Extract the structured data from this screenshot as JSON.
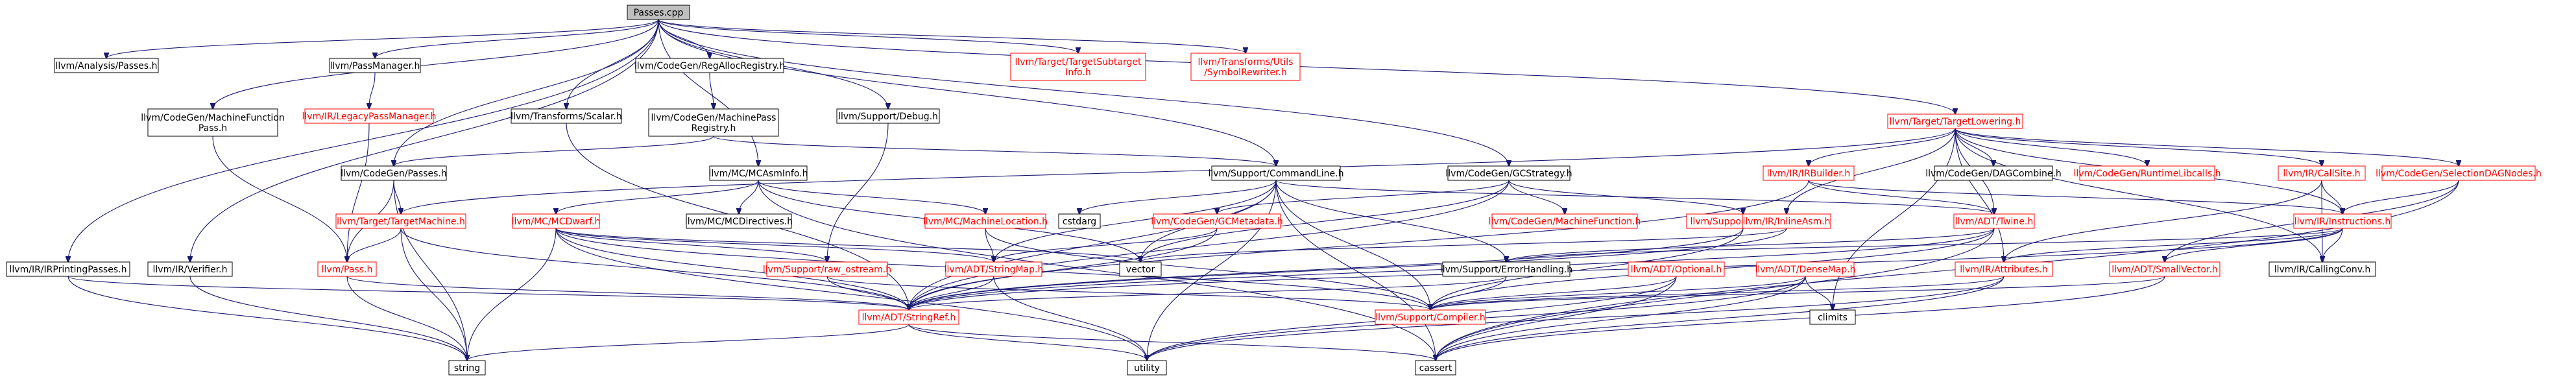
{
  "diagram": {
    "colors": {
      "edge": "#191970",
      "root_fill": "#bfbfbf",
      "link_border": "#000000",
      "missing_border": "#ff0000",
      "missing_text": "#ff0000"
    },
    "nodes": [
      {
        "id": "passes_cpp",
        "lines": [
          "Passes.cpp"
        ],
        "style": "root"
      },
      {
        "id": "analysis_passes",
        "lines": [
          "llvm/Analysis/Passes.h"
        ],
        "style": "normal"
      },
      {
        "id": "codegen_passmanager",
        "lines": [
          "llvm/PassManager.h"
        ],
        "style": "normal"
      },
      {
        "id": "legacy_passmanager",
        "lines": [
          "llvm/IR/LegacyPassManager.h"
        ],
        "style": "red"
      },
      {
        "id": "machine_function_pass",
        "lines": [
          "llvm/CodeGen/MachineFunction",
          "Pass.h"
        ],
        "style": "normal"
      },
      {
        "id": "transforms_scalar",
        "lines": [
          "llvm/Transforms/Scalar.h"
        ],
        "style": "normal"
      },
      {
        "id": "reg_alloc_registry",
        "lines": [
          "llvm/CodeGen/RegAllocRegistry.h"
        ],
        "style": "normal"
      },
      {
        "id": "machine_pass_registry",
        "lines": [
          "llvm/CodeGen/MachinePass",
          "Registry.h"
        ],
        "style": "normal"
      },
      {
        "id": "support_debug",
        "lines": [
          "llvm/Support/Debug.h"
        ],
        "style": "normal"
      },
      {
        "id": "target_subtarget",
        "lines": [
          "llvm/Target/TargetSubtarget",
          "Info.h"
        ],
        "style": "red"
      },
      {
        "id": "symbol_rewriter",
        "lines": [
          "llvm/Transforms/Utils",
          "/SymbolRewriter.h"
        ],
        "style": "red"
      },
      {
        "id": "target_lowering",
        "lines": [
          "llvm/Target/TargetLowering.h"
        ],
        "style": "red"
      },
      {
        "id": "codegen_passes",
        "lines": [
          "llvm/CodeGen/Passes.h"
        ],
        "style": "normal"
      },
      {
        "id": "mc_asminfo",
        "lines": [
          "llvm/MC/MCAsmInfo.h"
        ],
        "style": "normal"
      },
      {
        "id": "command_line",
        "lines": [
          "llvm/Support/CommandLine.h"
        ],
        "style": "normal"
      },
      {
        "id": "gc_strategy",
        "lines": [
          "llvm/CodeGen/GCStrategy.h"
        ],
        "style": "normal"
      },
      {
        "id": "ir_builder",
        "lines": [
          "llvm/IR/IRBuilder.h"
        ],
        "style": "red"
      },
      {
        "id": "dag_combine",
        "lines": [
          "llvm/CodeGen/DAGCombine.h"
        ],
        "style": "normal"
      },
      {
        "id": "runtime_libcalls",
        "lines": [
          "llvm/CodeGen/RuntimeLibcalls.h"
        ],
        "style": "red"
      },
      {
        "id": "callsite",
        "lines": [
          "llvm/IR/CallSite.h"
        ],
        "style": "red"
      },
      {
        "id": "selection_dag_nodes",
        "lines": [
          "llvm/CodeGen/SelectionDAGNodes.h"
        ],
        "style": "red"
      },
      {
        "id": "target_machine",
        "lines": [
          "llvm/Target/TargetMachine.h"
        ],
        "style": "red"
      },
      {
        "id": "mc_dwarf",
        "lines": [
          "llvm/MC/MCDwarf.h"
        ],
        "style": "red"
      },
      {
        "id": "mc_directives",
        "lines": [
          "llvm/MC/MCDirectives.h"
        ],
        "style": "normal"
      },
      {
        "id": "machine_location",
        "lines": [
          "llvm/MC/MachineLocation.h"
        ],
        "style": "red"
      },
      {
        "id": "cstdarg",
        "lines": [
          "cstdarg"
        ],
        "style": "normal-plain"
      },
      {
        "id": "gc_metadata",
        "lines": [
          "llvm/CodeGen/GCMetadata.h"
        ],
        "style": "red"
      },
      {
        "id": "machine_function",
        "lines": [
          "llvm/CodeGen/MachineFunction.h"
        ],
        "style": "red"
      },
      {
        "id": "support_registry",
        "lines": [
          "llvm/Support/Registry.h"
        ],
        "style": "red"
      },
      {
        "id": "inline_asm",
        "lines": [
          "llvm/IR/InlineAsm.h"
        ],
        "style": "red"
      },
      {
        "id": "adt_twine",
        "lines": [
          "llvm/ADT/Twine.h"
        ],
        "style": "red"
      },
      {
        "id": "ir_instructions",
        "lines": [
          "llvm/IR/Instructions.h"
        ],
        "style": "red"
      },
      {
        "id": "ir_printing_passes",
        "lines": [
          "llvm/IR/IRPrintingPasses.h"
        ],
        "style": "normal"
      },
      {
        "id": "ir_verifier",
        "lines": [
          "llvm/IR/Verifier.h"
        ],
        "style": "normal"
      },
      {
        "id": "llvm_pass",
        "lines": [
          "llvm/Pass.h"
        ],
        "style": "red"
      },
      {
        "id": "raw_ostream",
        "lines": [
          "llvm/Support/raw_ostream.h"
        ],
        "style": "red"
      },
      {
        "id": "string_map",
        "lines": [
          "llvm/ADT/StringMap.h"
        ],
        "style": "red"
      },
      {
        "id": "vector",
        "lines": [
          "vector"
        ],
        "style": "normal-plain"
      },
      {
        "id": "error_handling",
        "lines": [
          "llvm/Support/ErrorHandling.h"
        ],
        "style": "normal"
      },
      {
        "id": "adt_optional",
        "lines": [
          "llvm/ADT/Optional.h"
        ],
        "style": "red"
      },
      {
        "id": "dense_map",
        "lines": [
          "llvm/ADT/DenseMap.h"
        ],
        "style": "red"
      },
      {
        "id": "ir_attributes",
        "lines": [
          "llvm/IR/Attributes.h"
        ],
        "style": "red"
      },
      {
        "id": "small_vector",
        "lines": [
          "llvm/ADT/SmallVector.h"
        ],
        "style": "red"
      },
      {
        "id": "calling_conv",
        "lines": [
          "llvm/IR/CallingConv.h"
        ],
        "style": "normal"
      },
      {
        "id": "string_ref",
        "lines": [
          "llvm/ADT/StringRef.h"
        ],
        "style": "red"
      },
      {
        "id": "support_compiler",
        "lines": [
          "llvm/Support/Compiler.h"
        ],
        "style": "red"
      },
      {
        "id": "climits",
        "lines": [
          "climits"
        ],
        "style": "normal-plain"
      },
      {
        "id": "string",
        "lines": [
          "string"
        ],
        "style": "normal-plain"
      },
      {
        "id": "utility",
        "lines": [
          "utility"
        ],
        "style": "normal-plain"
      },
      {
        "id": "cassert",
        "lines": [
          "cassert"
        ],
        "style": "normal-plain"
      }
    ],
    "edges": [
      [
        "passes_cpp",
        "analysis_passes"
      ],
      [
        "passes_cpp",
        "codegen_passmanager"
      ],
      [
        "passes_cpp",
        "machine_function_pass"
      ],
      [
        "passes_cpp",
        "transforms_scalar"
      ],
      [
        "passes_cpp",
        "reg_alloc_registry"
      ],
      [
        "passes_cpp",
        "support_debug"
      ],
      [
        "passes_cpp",
        "target_subtarget"
      ],
      [
        "passes_cpp",
        "symbol_rewriter"
      ],
      [
        "passes_cpp",
        "target_lowering"
      ],
      [
        "passes_cpp",
        "codegen_passes"
      ],
      [
        "passes_cpp",
        "mc_asminfo"
      ],
      [
        "passes_cpp",
        "command_line"
      ],
      [
        "passes_cpp",
        "gc_strategy"
      ],
      [
        "passes_cpp",
        "ir_printing_passes"
      ],
      [
        "passes_cpp",
        "ir_verifier"
      ],
      [
        "codegen_passmanager",
        "legacy_passmanager"
      ],
      [
        "legacy_passmanager",
        "llvm_pass"
      ],
      [
        "machine_function_pass",
        "llvm_pass"
      ],
      [
        "transforms_scalar",
        "string_ref"
      ],
      [
        "reg_alloc_registry",
        "machine_pass_registry"
      ],
      [
        "machine_pass_registry",
        "codegen_passes"
      ],
      [
        "machine_pass_registry",
        "command_line"
      ],
      [
        "support_debug",
        "raw_ostream"
      ],
      [
        "codegen_passes",
        "target_machine"
      ],
      [
        "codegen_passes",
        "llvm_pass"
      ],
      [
        "codegen_passes",
        "string"
      ],
      [
        "mc_asminfo",
        "mc_dwarf"
      ],
      [
        "mc_asminfo",
        "mc_directives"
      ],
      [
        "mc_asminfo",
        "machine_location"
      ],
      [
        "mc_asminfo",
        "vector"
      ],
      [
        "mc_asminfo",
        "cassert"
      ],
      [
        "target_lowering",
        "target_machine"
      ],
      [
        "target_lowering",
        "ir_builder"
      ],
      [
        "target_lowering",
        "dag_combine"
      ],
      [
        "target_lowering",
        "runtime_libcalls"
      ],
      [
        "target_lowering",
        "callsite"
      ],
      [
        "target_lowering",
        "selection_dag_nodes"
      ],
      [
        "target_lowering",
        "inline_asm"
      ],
      [
        "target_lowering",
        "adt_twine"
      ],
      [
        "target_lowering",
        "ir_instructions"
      ],
      [
        "target_lowering",
        "ir_attributes"
      ],
      [
        "target_lowering",
        "calling_conv"
      ],
      [
        "target_lowering",
        "climits"
      ],
      [
        "command_line",
        "cstdarg"
      ],
      [
        "command_line",
        "string_map"
      ],
      [
        "command_line",
        "adt_twine"
      ],
      [
        "command_line",
        "error_handling"
      ],
      [
        "command_line",
        "vector"
      ],
      [
        "command_line",
        "support_compiler"
      ],
      [
        "command_line",
        "utility"
      ],
      [
        "command_line",
        "cassert"
      ],
      [
        "command_line",
        "string_ref"
      ],
      [
        "gc_strategy",
        "gc_metadata"
      ],
      [
        "gc_strategy",
        "machine_function"
      ],
      [
        "gc_strategy",
        "support_registry"
      ],
      [
        "gc_strategy",
        "string_ref"
      ],
      [
        "gc_strategy",
        "vector"
      ],
      [
        "ir_builder",
        "adt_twine"
      ],
      [
        "ir_builder",
        "ir_instructions"
      ],
      [
        "ir_builder",
        "string_ref"
      ],
      [
        "callsite",
        "ir_instructions"
      ],
      [
        "callsite",
        "calling_conv"
      ],
      [
        "callsite",
        "ir_attributes"
      ],
      [
        "selection_dag_nodes",
        "ir_instructions"
      ],
      [
        "selection_dag_nodes",
        "small_vector"
      ],
      [
        "selection_dag_nodes",
        "cassert"
      ],
      [
        "target_machine",
        "llvm_pass"
      ],
      [
        "target_machine",
        "string"
      ],
      [
        "target_machine",
        "string_ref"
      ],
      [
        "mc_dwarf",
        "raw_ostream"
      ],
      [
        "mc_dwarf",
        "string_map"
      ],
      [
        "mc_dwarf",
        "vector"
      ],
      [
        "mc_dwarf",
        "string_ref"
      ],
      [
        "mc_dwarf",
        "support_compiler"
      ],
      [
        "mc_dwarf",
        "string"
      ],
      [
        "mc_dwarf",
        "utility"
      ],
      [
        "machine_location",
        "support_compiler"
      ],
      [
        "machine_location",
        "string_map"
      ],
      [
        "gc_metadata",
        "string_map"
      ],
      [
        "gc_metadata",
        "string_ref"
      ],
      [
        "support_registry",
        "string_ref"
      ],
      [
        "support_registry",
        "support_compiler"
      ],
      [
        "inline_asm",
        "string_ref"
      ],
      [
        "inline_asm",
        "vector"
      ],
      [
        "adt_twine",
        "string_ref"
      ],
      [
        "adt_twine",
        "support_compiler"
      ],
      [
        "adt_twine",
        "error_handling"
      ],
      [
        "adt_twine",
        "cassert"
      ],
      [
        "ir_instructions",
        "ir_attributes"
      ],
      [
        "ir_instructions",
        "error_handling"
      ],
      [
        "ir_instructions",
        "calling_conv"
      ],
      [
        "ir_instructions",
        "small_vector"
      ],
      [
        "ir_instructions",
        "string_ref"
      ],
      [
        "ir_printing_passes",
        "string_ref"
      ],
      [
        "ir_printing_passes",
        "string"
      ],
      [
        "ir_verifier",
        "string"
      ],
      [
        "llvm_pass",
        "string"
      ],
      [
        "llvm_pass",
        "string_ref"
      ],
      [
        "raw_ostream",
        "string_ref"
      ],
      [
        "raw_ostream",
        "support_compiler"
      ],
      [
        "string_map",
        "string_ref"
      ],
      [
        "string_map",
        "utility"
      ],
      [
        "error_handling",
        "string_ref"
      ],
      [
        "error_handling",
        "support_compiler"
      ],
      [
        "adt_optional",
        "support_compiler"
      ],
      [
        "adt_optional",
        "cassert"
      ],
      [
        "adt_optional",
        "utility"
      ],
      [
        "dense_map",
        "support_compiler"
      ],
      [
        "dense_map",
        "climits"
      ],
      [
        "dense_map",
        "utility"
      ],
      [
        "dense_map",
        "cassert"
      ],
      [
        "ir_attributes",
        "support_compiler"
      ],
      [
        "ir_attributes",
        "utility"
      ],
      [
        "ir_attributes",
        "cassert"
      ],
      [
        "small_vector",
        "support_compiler"
      ],
      [
        "small_vector",
        "cassert"
      ],
      [
        "string_ref",
        "string"
      ],
      [
        "string_ref",
        "utility"
      ],
      [
        "string_ref",
        "cassert"
      ]
    ]
  }
}
